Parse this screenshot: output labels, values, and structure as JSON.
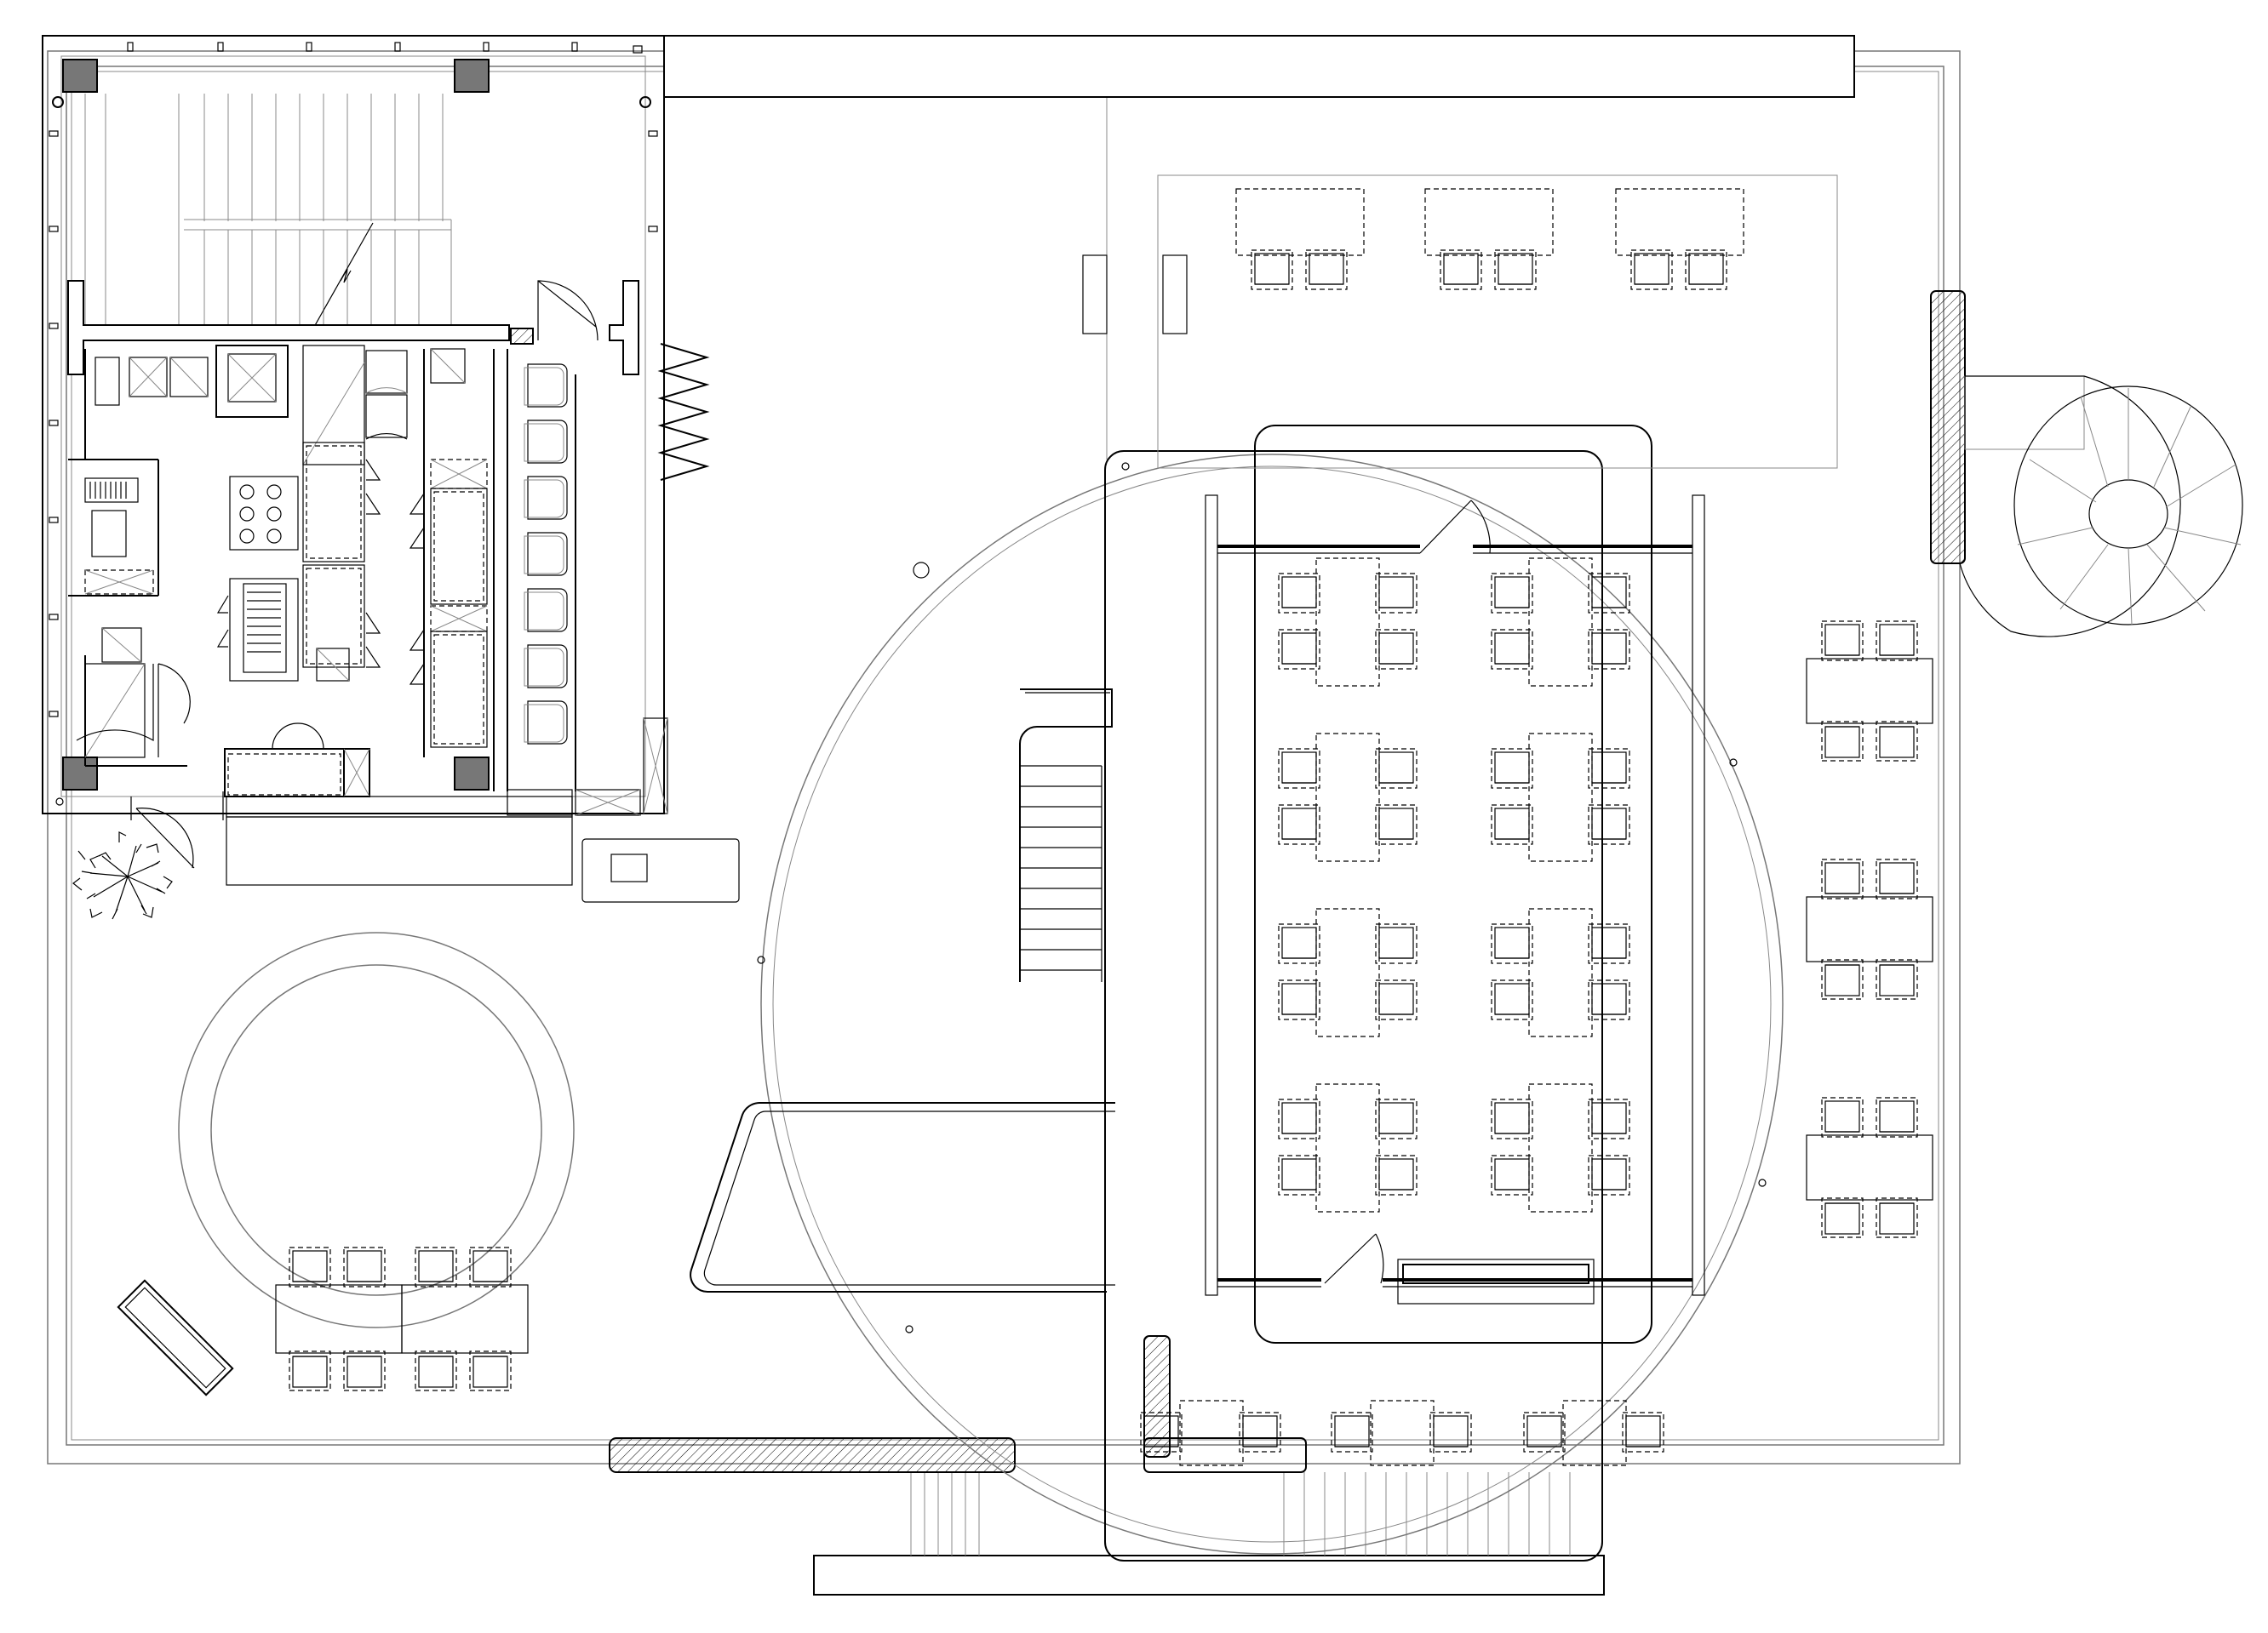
{
  "plan": {
    "labels": [],
    "colors": {
      "line": "#000000",
      "secondary": "#777777",
      "background": "#ffffff",
      "column": "#777777"
    },
    "furniture": {
      "main_hall_table_groups": 8,
      "right_edge_tables": 3,
      "top_tables": 3,
      "lower_left_tables": 2,
      "bar_stools": 7,
      "bottom_tables": 3
    },
    "elements": [
      "kitchen",
      "stairs-straight",
      "stairs-spiral",
      "main-dining-hall",
      "circular-planter",
      "large-circle-outline",
      "bar-counter",
      "tree-symbol",
      "zigzag-screen",
      "entrance-steps"
    ]
  }
}
